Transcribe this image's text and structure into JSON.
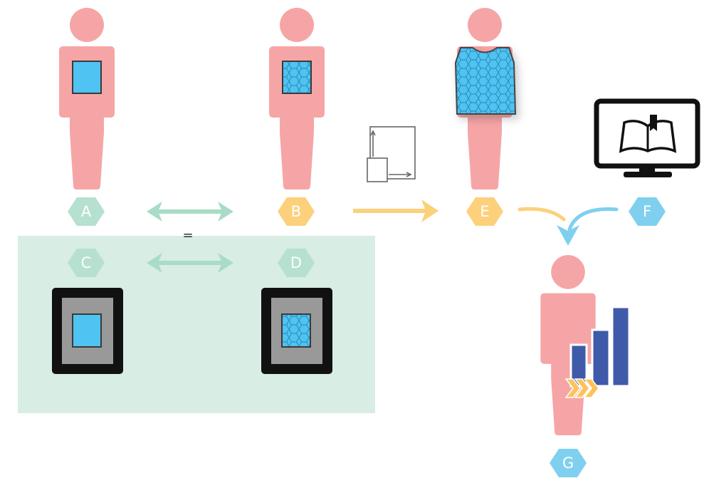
{
  "colors": {
    "person": "#f6a5a6",
    "panel": "#d8ede4",
    "hex_green": "#b6e0cf",
    "hex_yellow": "#fdd07c",
    "hex_blue": "#7fd0ee",
    "arrow_green": "#a8dcc6",
    "arrow_yellow": "#fbd17b",
    "arrow_blue": "#7fd0ee",
    "material": "#4fc3f1",
    "frame": "#111111",
    "bar": "#3f5aa8"
  },
  "nodes": {
    "a": "A",
    "b": "B",
    "c": "C",
    "d": "D",
    "e": "E",
    "f": "F",
    "g": "G"
  },
  "equals_sign": "=",
  "icons": {
    "monitor": "monitor-with-open-book-icon",
    "scaling": "scale-up-icon",
    "performance": "bar-chart-with-chevrons-icon"
  }
}
